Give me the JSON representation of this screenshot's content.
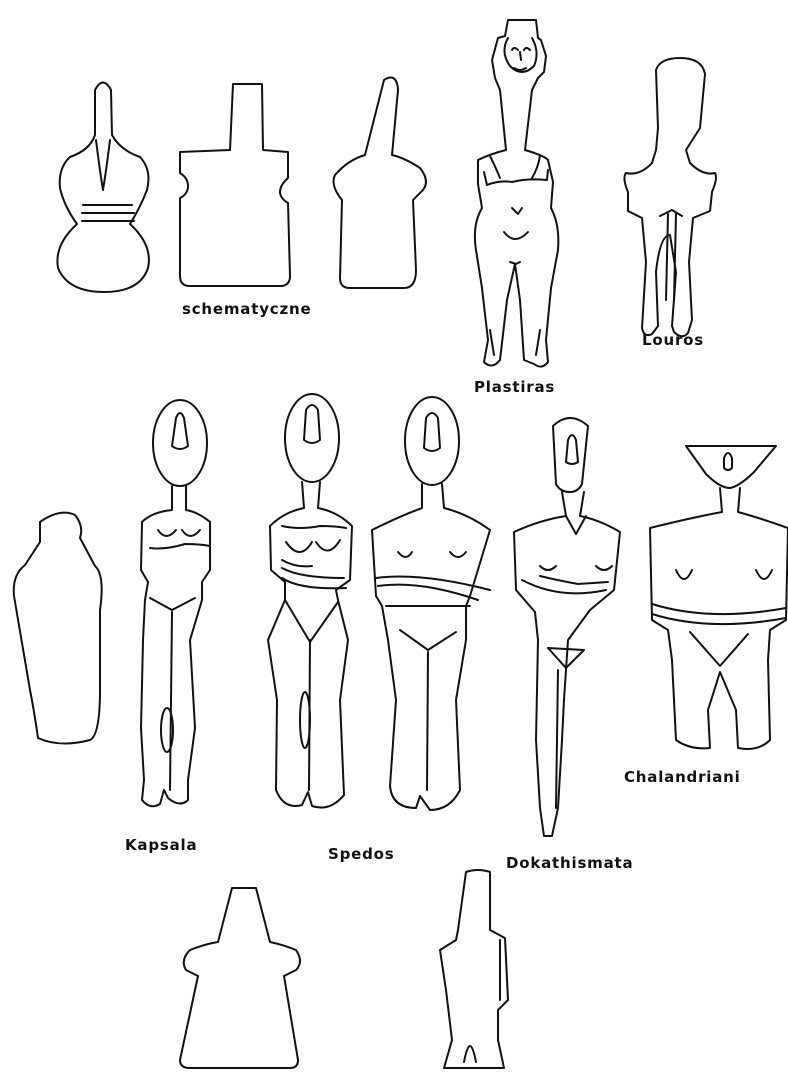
{
  "labels": {
    "schematic": "schematyczne",
    "louros": "Louros",
    "plastiras": "Plastiras",
    "kapsala": "Kapsala",
    "spedos": "Spedos",
    "dokathismata": "Dokathismata",
    "chalandriani": "Chalandriani"
  }
}
